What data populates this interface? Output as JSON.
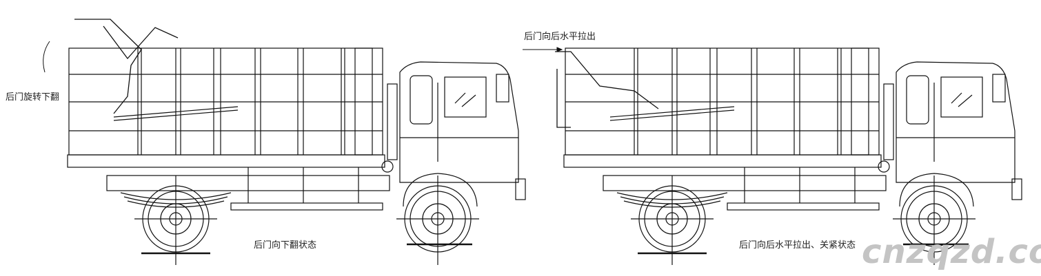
{
  "labels": {
    "door_rotate_down": "后门旋转下翻",
    "door_pull_back": "后门向后水平拉出",
    "state_left": "后门向下翻状态",
    "state_right": "后门向后水平拉出、关紧状态"
  },
  "watermark": "cnzqzd.com",
  "colors": {
    "line": "#111111",
    "watermark": "#c4c4c4"
  }
}
